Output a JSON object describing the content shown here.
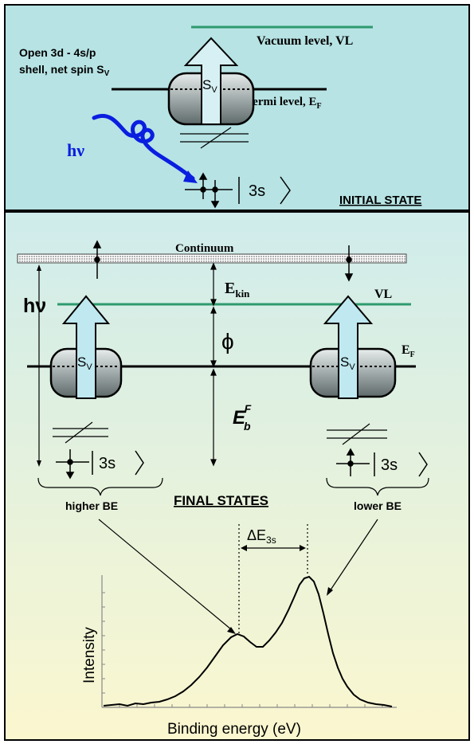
{
  "initial": {
    "shell_label_line1": "Open 3d - 4s/p",
    "shell_label_line2": "shell, net spin S",
    "shell_label_sub": "V",
    "vacuum_label": "Vacuum level, VL",
    "fermi_label": "Fermi level, E",
    "fermi_sub": "F",
    "spin_label": "S",
    "spin_sub": "V",
    "photon_label": "hν",
    "ket_label": "3s",
    "state_title": "INITIAL STATE"
  },
  "final": {
    "continuum_label": "Continuum",
    "ekin_label": "E",
    "ekin_sub": "kin",
    "vl_label": "VL",
    "photon_label": "hν",
    "phi_label": "ϕ",
    "ef_label": "E",
    "ef_sub": "F",
    "eb_label": "E",
    "eb_sub": "b",
    "eb_sup": "F",
    "spin_label": "S",
    "spin_sub": "V",
    "ket_left": "3s",
    "ket_right": "3s",
    "higher_be": "higher BE",
    "lower_be": "lower BE",
    "state_title": "FINAL STATES"
  },
  "spectrum": {
    "delta_label": "ΔE",
    "delta_sub": "3s",
    "ylabel": "Intensity",
    "xlabel": "Binding energy (eV)"
  },
  "colors": {
    "top_bg": "#b7e3e4",
    "bottom_bg_top": "#cfeceb",
    "bottom_bg_bottom": "#fbf7cf",
    "vacuum_green": "#2e9a6e",
    "arrow_fill": "#bfe8f0",
    "photon_blue": "#0a1ee0",
    "bar_grey": "#8f9898"
  }
}
